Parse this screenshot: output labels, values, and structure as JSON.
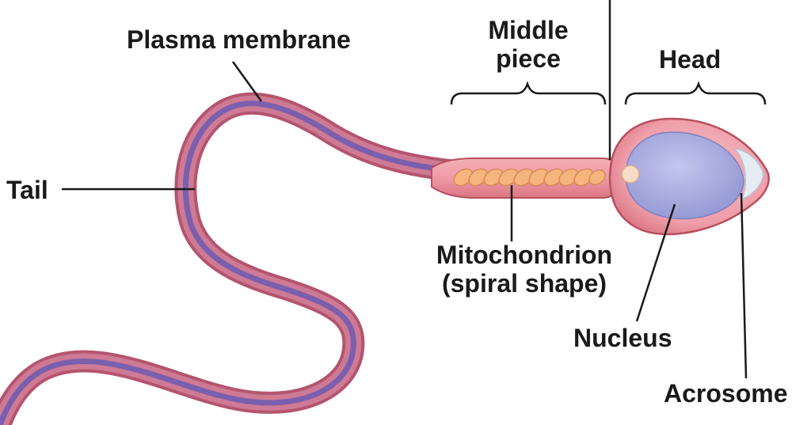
{
  "labels": {
    "plasma_membrane": "Plasma membrane",
    "middle_piece_line1": "Middle",
    "middle_piece_line2": "piece",
    "head": "Head",
    "tail": "Tail",
    "mitochondrion_line1": "Mitochondrion",
    "mitochondrion_line2": "(spiral shape)",
    "nucleus": "Nucleus",
    "acrosome": "Acrosome"
  },
  "colors": {
    "tail_outer": "#b4546e",
    "tail_inner": "#7a5fae",
    "membrane_fill": "#ef9eaa",
    "membrane_edge": "#b8505e",
    "nucleus_fill": "#a9aee0",
    "mitochondria": "#f6b47e",
    "acrosome": "#e6ecf4",
    "leader_line": "#1a1a1a"
  }
}
